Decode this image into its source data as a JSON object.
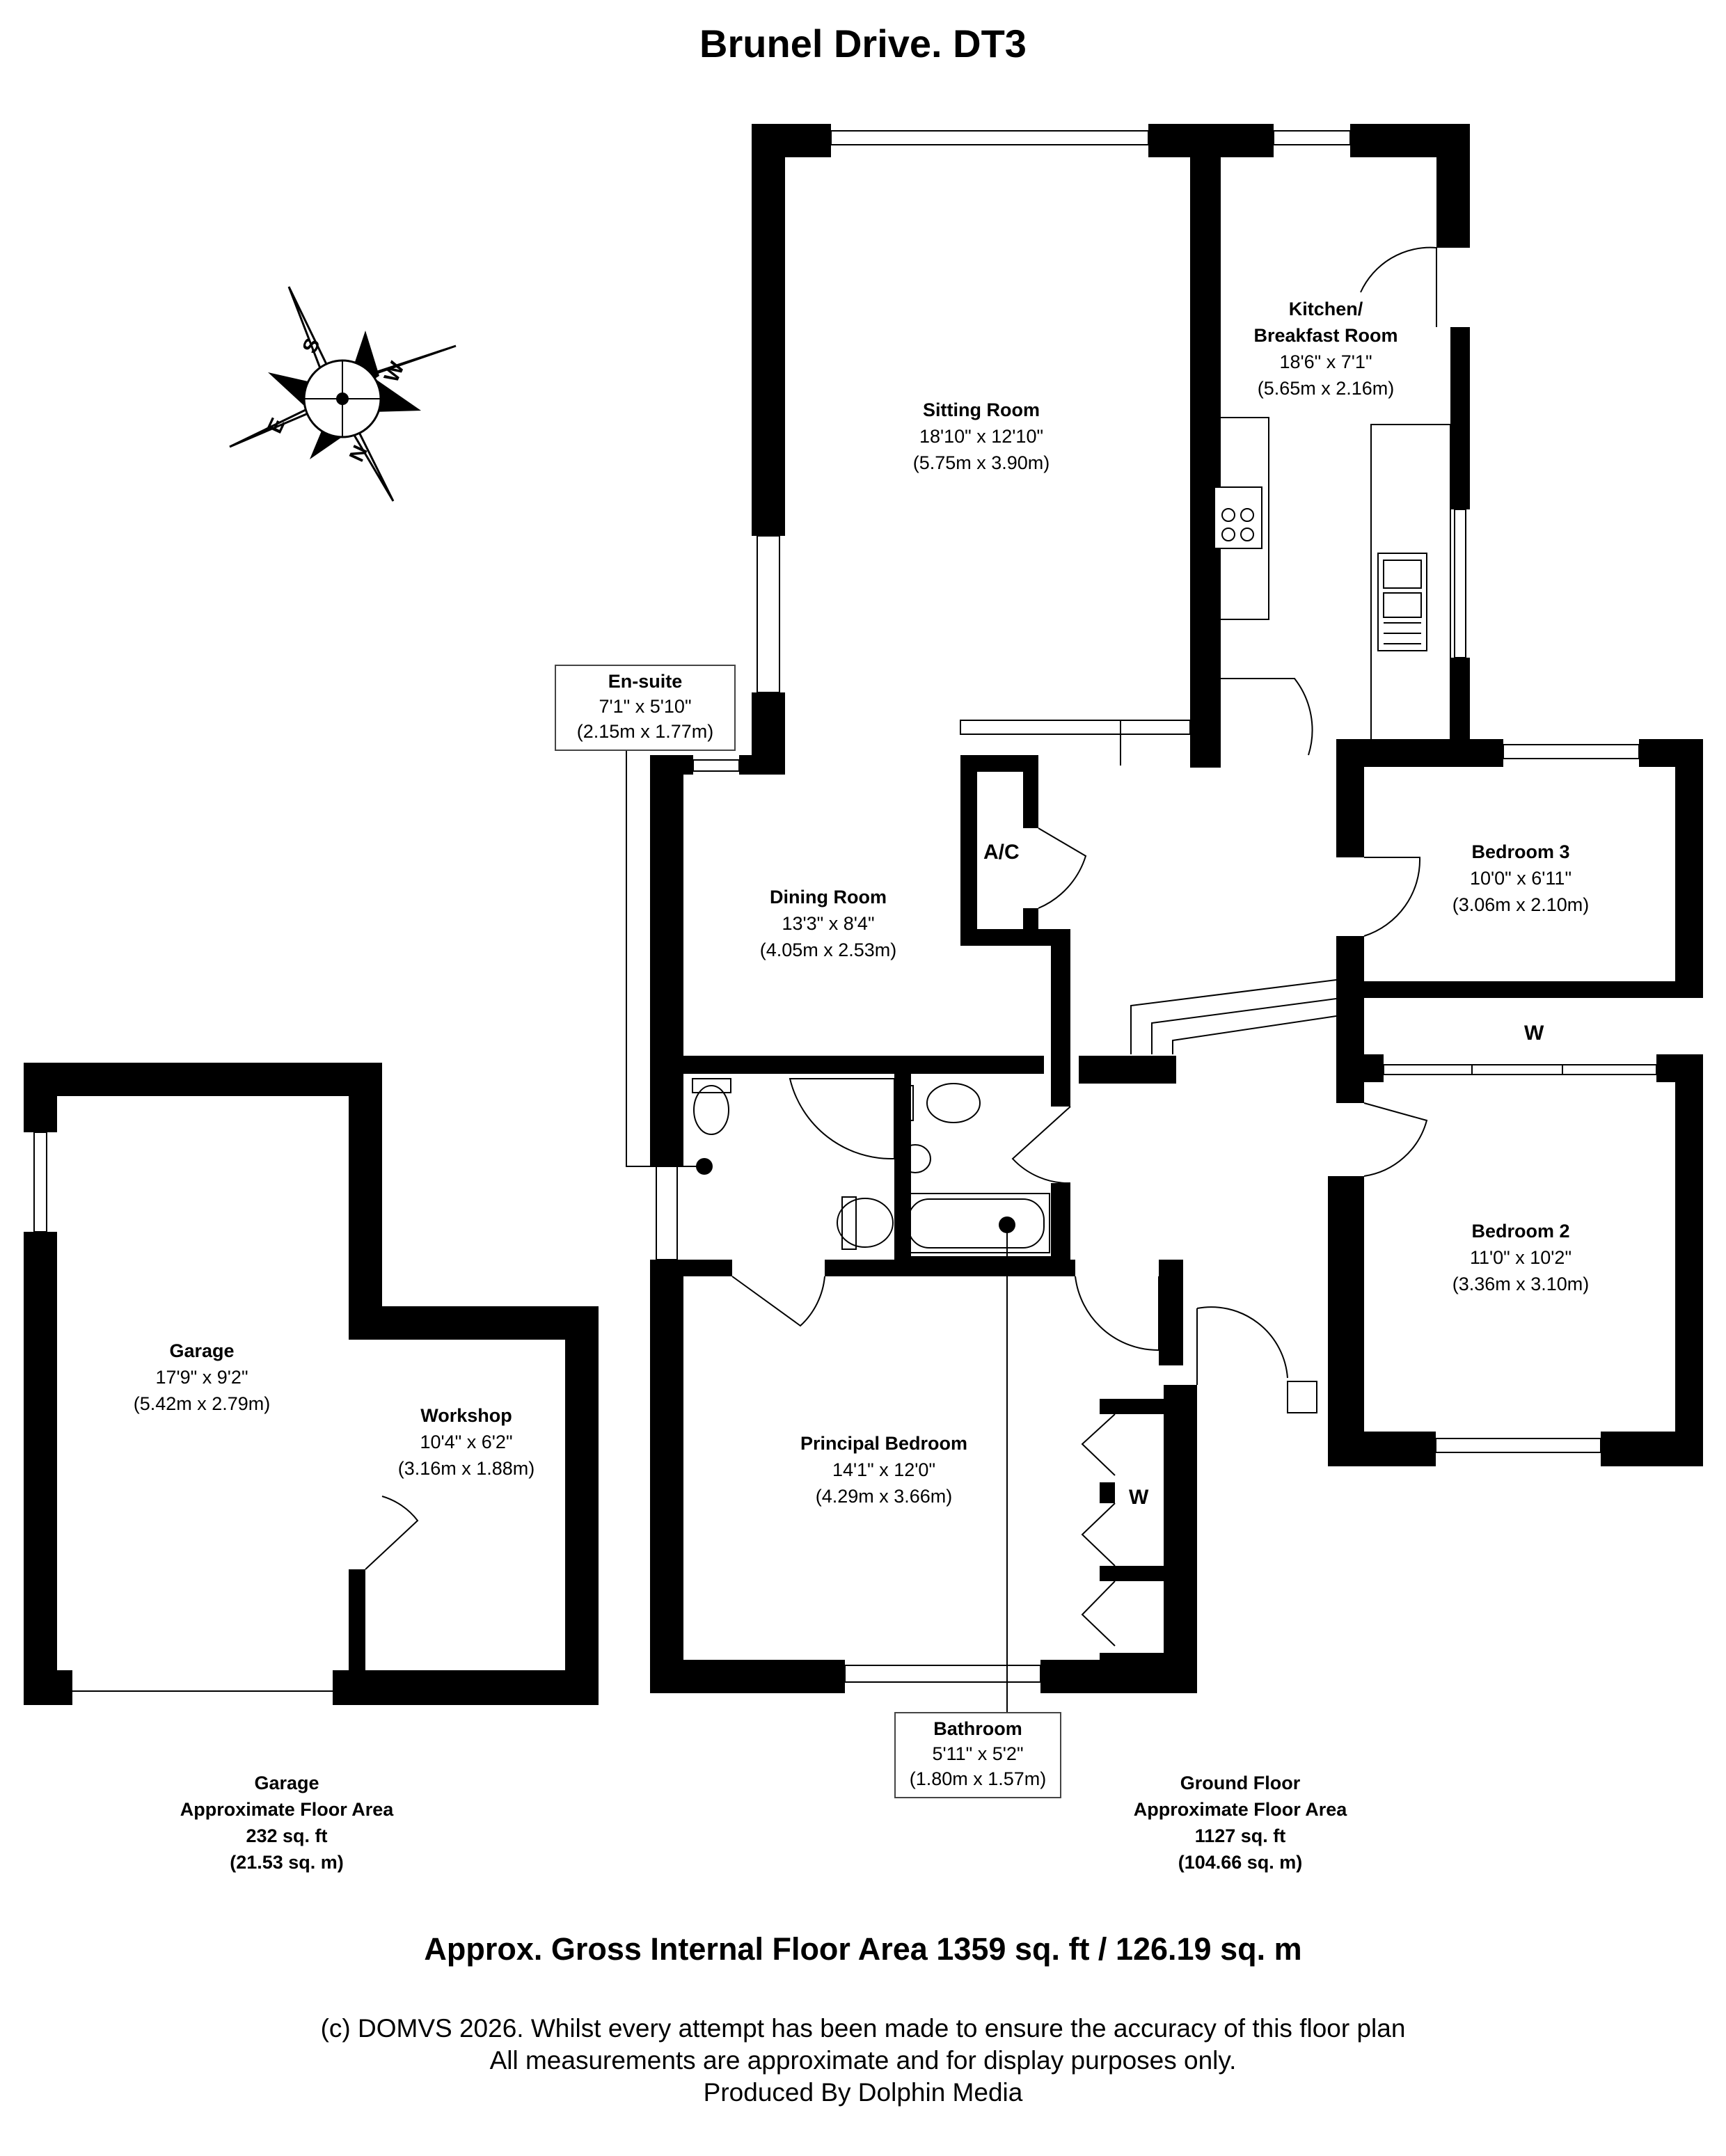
{
  "title": "Brunel Drive. DT3",
  "compass": {
    "icon": "compass-rose-icon",
    "letters": [
      "S",
      "W",
      "E",
      "N"
    ]
  },
  "rooms": [
    {
      "id": "sitting",
      "name": "Sitting Room",
      "imperial": "18'10\" x 12'10\"",
      "metric": "(5.75m x 3.90m)"
    },
    {
      "id": "kitchen",
      "name": "Kitchen/",
      "name2": "Breakfast Room",
      "imperial": "18'6\" x 7'1\"",
      "metric": "(5.65m x 2.16m)"
    },
    {
      "id": "dining",
      "name": "Dining Room",
      "imperial": "13'3\" x 8'4\"",
      "metric": "(4.05m x 2.53m)"
    },
    {
      "id": "bed3",
      "name": "Bedroom 3",
      "imperial": "10'0\" x 6'11\"",
      "metric": "(3.06m x 2.10m)"
    },
    {
      "id": "bed2",
      "name": "Bedroom 2",
      "imperial": "11'0\" x 10'2\"",
      "metric": "(3.36m x 3.10m)"
    },
    {
      "id": "principal",
      "name": "Principal Bedroom",
      "imperial": "14'1\" x 12'0\"",
      "metric": "(4.29m x 3.66m)"
    },
    {
      "id": "garage",
      "name": "Garage",
      "imperial": "17'9\" x 9'2\"",
      "metric": "(5.42m x 2.79m)"
    },
    {
      "id": "workshop",
      "name": "Workshop",
      "imperial": "10'4\" x 6'2\"",
      "metric": "(3.16m x 1.88m)"
    }
  ],
  "callouts": {
    "ensuite": {
      "name": "En-suite",
      "imperial": "7'1\" x 5'10\"",
      "metric": "(2.15m x 1.77m)"
    },
    "bathroom": {
      "name": "Bathroom",
      "imperial": "5'11\" x 5'2\"",
      "metric": "(1.80m x 1.57m)"
    }
  },
  "tags": {
    "ac": "A/C",
    "w_bed2": "W",
    "w_principal": "W"
  },
  "areas": {
    "garage": {
      "l1": "Garage",
      "l2": "Approximate Floor Area",
      "l3": "232 sq. ft",
      "l4": "(21.53 sq. m)"
    },
    "ground": {
      "l1": "Ground Floor",
      "l2": "Approximate Floor Area",
      "l3": "1127 sq. ft",
      "l4": "(104.66 sq. m)"
    }
  },
  "gross": "Approx. Gross Internal Floor Area 1359 sq. ft / 126.19 sq. m",
  "footer": {
    "l1": "(c) DOMVS 2026. Whilst every attempt has been made to ensure the accuracy of this floor plan",
    "l2": "All measurements are approximate and for display purposes only.",
    "l3": "Produced By Dolphin Media"
  }
}
